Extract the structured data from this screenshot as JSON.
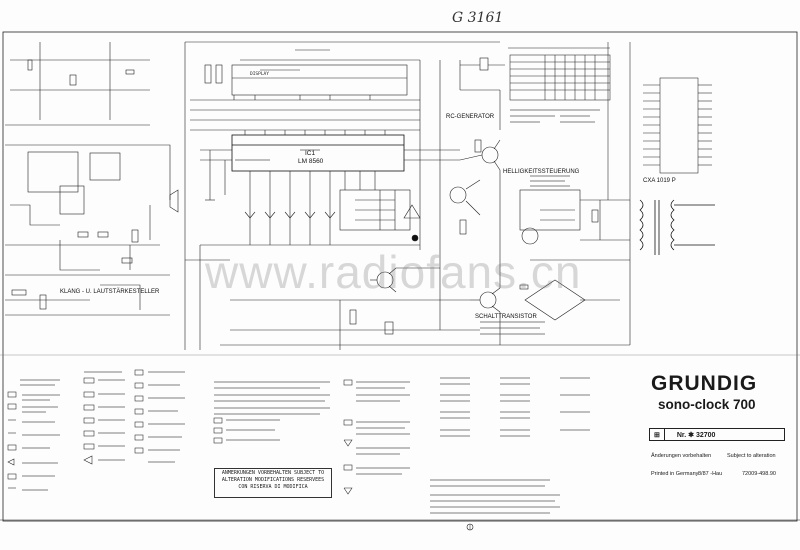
{
  "document": {
    "handwritten_ref": "G 3161",
    "watermark": "www.radiofans.cn",
    "brand": "GRUNDIG",
    "model": "sono-clock 700",
    "part_number": "Nr. ✱ 32700",
    "note_left": "Änderungen vorbehalten",
    "note_right": "Subject to alteration",
    "printed": "Printed in Germany",
    "print_code": "8/87 -Hau",
    "print_date": "72009-498.90"
  },
  "labels": {
    "ic_main": "IC1",
    "ic_main_type": "LM 8560",
    "ic_osc": "CXA 1019 P",
    "rc_generator": "RC-GENERATOR",
    "brightness_control": "HELLIGKEITSSTEUERUNG",
    "switch_transistor": "SCHALTTRANSISTOR",
    "tone_volume": "KLANG - U. LAUTSTÄRKESTELLER",
    "display": "DISPLAY",
    "remark_box": "ANMERKUNGEN VORBEHALTEN SUBJECT TO ALTERATION MODIFICATIONS RESERVEES CON RISERVA DI MODIFICA"
  }
}
